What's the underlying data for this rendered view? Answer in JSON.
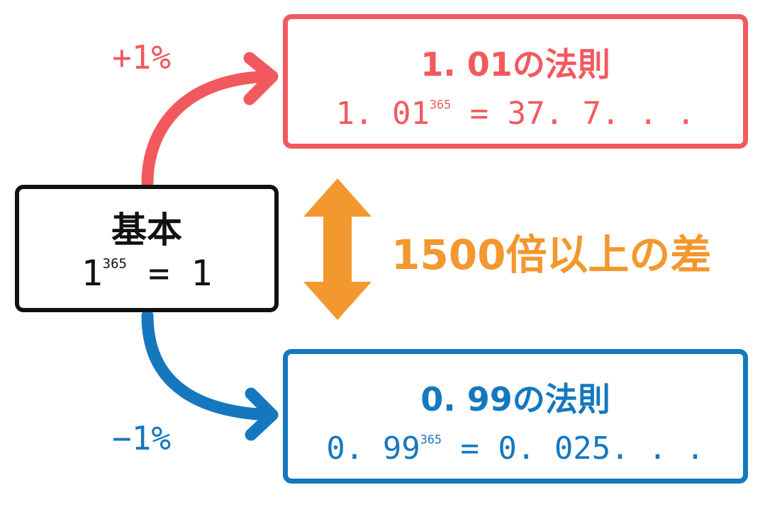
{
  "plus_label": "+1%",
  "minus_label": "−1%",
  "base_box": {
    "title": "基本",
    "formula_base": "1",
    "formula_exp": "365",
    "formula_rest": " = 1"
  },
  "up_box": {
    "title": "1. 01の法則",
    "formula_base": "1. 01",
    "formula_exp": "365",
    "formula_rest": " = 37. 7. . ."
  },
  "down_box": {
    "title": "0. 99の法則",
    "formula_base": "0. 99",
    "formula_exp": "365",
    "formula_rest": " = 0. 025. . ."
  },
  "difference_label": "1500倍以上の差",
  "colors": {
    "up": "#f2595f",
    "down": "#1578bf",
    "difference": "#f2982e",
    "base": "#111111"
  },
  "icons": {
    "up_arrow": "curved-arrow-up-right",
    "down_arrow": "curved-arrow-down-right",
    "difference_arrow": "double-arrow-vertical"
  }
}
